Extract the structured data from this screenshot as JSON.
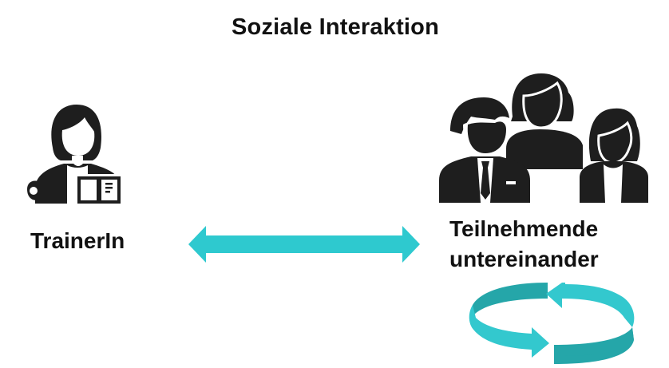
{
  "diagram": {
    "title": "Soziale Interaktion",
    "nodes": [
      {
        "id": "trainer",
        "label": "TrainerIn",
        "icon": "trainer-with-book-icon"
      },
      {
        "id": "participants",
        "label_line1": "Teilnehmende",
        "label_line2": "untereinander",
        "icon": "group-of-people-icon"
      }
    ],
    "edges": [
      {
        "from": "trainer",
        "to": "participants",
        "type": "bidirectional-arrow",
        "icon": "double-arrow-icon"
      },
      {
        "from": "participants",
        "to": "participants",
        "type": "cycle",
        "icon": "circular-arrows-icon"
      }
    ],
    "colors": {
      "arrow": "#2ec9cf",
      "cycle_light": "#33c8ce",
      "cycle_dark": "#25a6a9",
      "icon": "#1e1e1e",
      "text": "#111111"
    }
  }
}
